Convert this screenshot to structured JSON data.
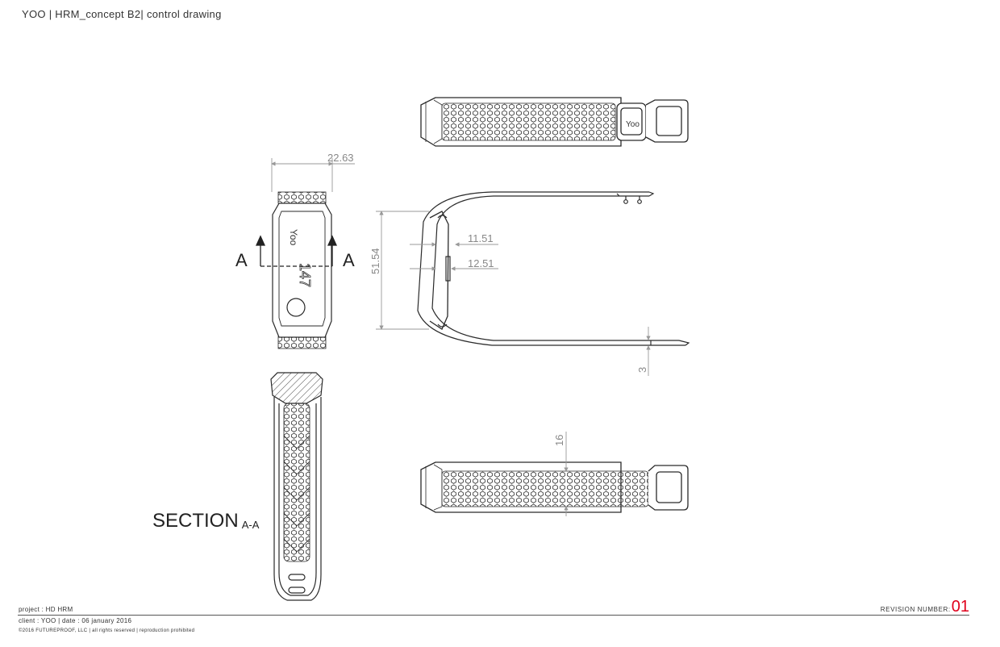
{
  "header": {
    "title": "YOO | HRM_concept B2| control drawing"
  },
  "dimensions": {
    "top_width": "22.63",
    "height": "51.54",
    "inner_1": "11.51",
    "inner_2": "12.51",
    "thickness": "3",
    "strap_width": "16"
  },
  "section": {
    "marker": "A",
    "title": "SECTION",
    "sub": "A-A"
  },
  "logo_text": "Yoo",
  "footer": {
    "project": "project : HD HRM",
    "client": "client : YOO | date : 06 january 2016",
    "copyright": "©2016 FUTUREPROOF, LLC | all rights reserved | reproduction prohibited",
    "revision_label": "REVISION NUMBER:",
    "revision_number": "01"
  },
  "colors": {
    "line": "#2a2a2a",
    "dimension": "#9a9a9a",
    "revision": "#e0001b"
  }
}
